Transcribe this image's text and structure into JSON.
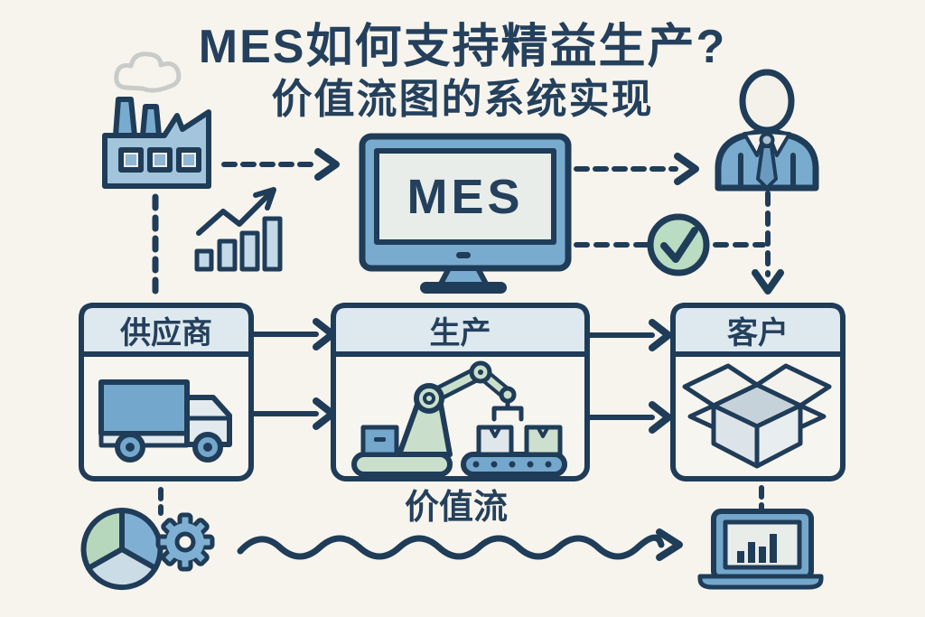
{
  "title": {
    "line1": "MES如何支持精益生产?",
    "line2": "价值流图的系统实现"
  },
  "mes": {
    "label": "MES"
  },
  "flow_boxes": [
    {
      "id": "supplier",
      "label": "供应商",
      "icon": "truck-icon"
    },
    {
      "id": "production",
      "label": "生产",
      "icon": "robot-arm-icon"
    },
    {
      "id": "customer",
      "label": "客户",
      "icon": "open-box-icon"
    }
  ],
  "value_stream": {
    "label": "价值流"
  },
  "icons": [
    "smoke-icon",
    "factory-icon",
    "growth-chart-icon",
    "mes-monitor-icon",
    "person-icon",
    "check-icon",
    "truck-icon",
    "robot-arm-icon",
    "open-box-icon",
    "pie-chart-icon",
    "gear-icon",
    "wavy-arrow",
    "laptop-icon"
  ],
  "colors": {
    "background": "#f6f4ed",
    "outline_navy": "#1f3c58",
    "text_navy": "#24405c",
    "blue": "#79abce",
    "light_blue": "#c3d9e8",
    "factory_body_blue": "#a3c5db",
    "header_band": "#dde9ef",
    "screen_pale": "#e8ede9",
    "check_green": "#b9dcc2",
    "sage_green": "#c9dfcb",
    "box_grey": "#dde4e9"
  }
}
